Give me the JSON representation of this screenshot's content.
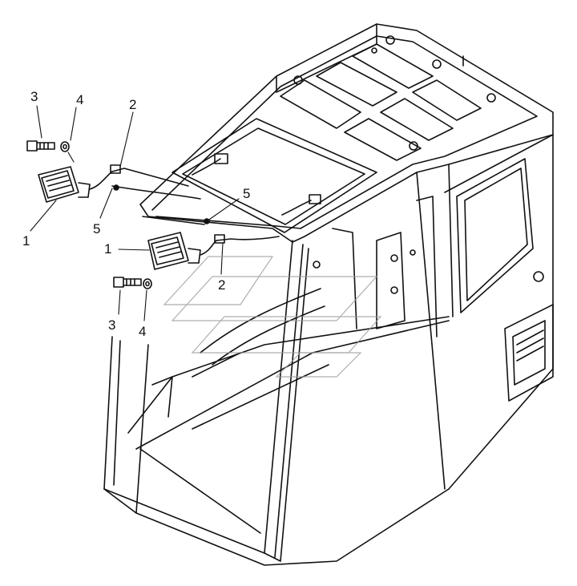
{
  "diagram": {
    "callouts": [
      {
        "id": "c3a",
        "text": "3"
      },
      {
        "id": "c4a",
        "text": "4"
      },
      {
        "id": "c2a",
        "text": "2"
      },
      {
        "id": "c1a",
        "text": "1"
      },
      {
        "id": "c5a",
        "text": "5"
      },
      {
        "id": "c5b",
        "text": "5"
      },
      {
        "id": "c1b",
        "text": "1"
      },
      {
        "id": "c2b",
        "text": "2"
      },
      {
        "id": "c3b",
        "text": "3"
      },
      {
        "id": "c4b",
        "text": "4"
      }
    ],
    "colors": {
      "line": "#111111",
      "background": "#ffffff",
      "watermark": "#9a9a9a"
    }
  }
}
